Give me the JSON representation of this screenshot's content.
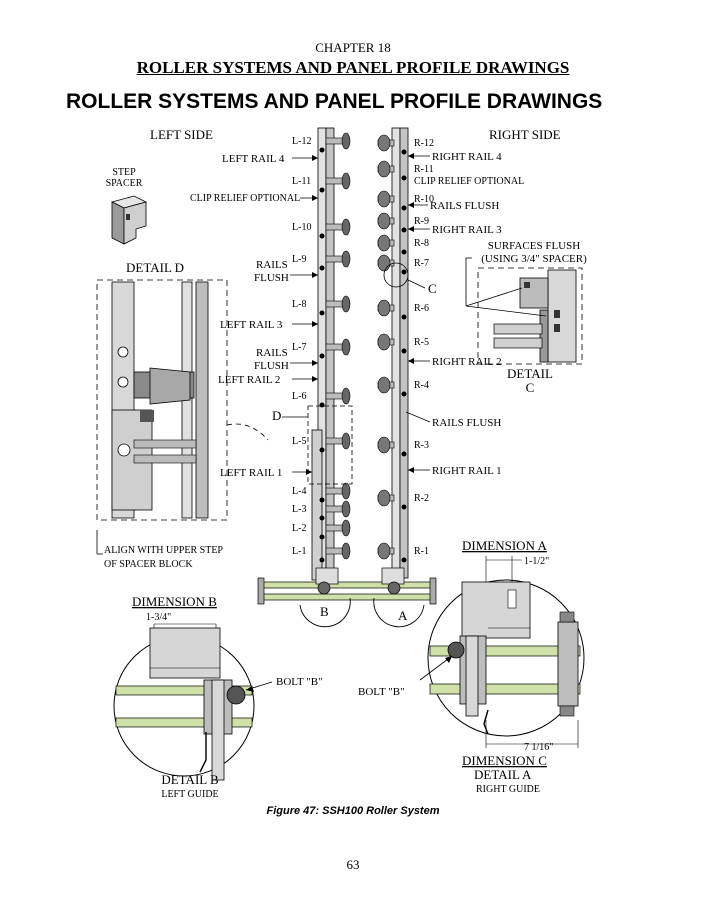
{
  "header": {
    "chapter": "CHAPTER 18",
    "subtitle": "ROLLER SYSTEMS AND PANEL PROFILE DRAWINGS",
    "title": "ROLLER SYSTEMS AND PANEL PROFILE DRAWINGS"
  },
  "labels": {
    "left_side": "LEFT SIDE",
    "right_side": "RIGHT SIDE",
    "step_spacer_1": "STEP",
    "step_spacer_2": "SPACER",
    "detail_d": "DETAIL  D",
    "align_1": "ALIGN WITH UPPER STEP",
    "align_2": "OF SPACER BLOCK",
    "left_rail_4": "LEFT RAIL 4",
    "left_rail_3": "LEFT RAIL 3",
    "left_rail_2": "LEFT RAIL 2",
    "left_rail_1": "LEFT RAIL 1",
    "clip_relief_left": "CLIP RELIEF OPTIONAL",
    "clip_relief_right": "CLIP RELIEF OPTIONAL",
    "rails_flush_a_1": "RAILS",
    "rails_flush_a_2": "FLUSH",
    "rails_flush_b_1": "RAILS",
    "rails_flush_b_2": "FLUSH",
    "rails_flush_r1": "RAILS FLUSH",
    "rails_flush_r2": "RAILS FLUSH",
    "right_rail_4": "RIGHT RAIL 4",
    "right_rail_3": "RIGHT RAIL 3",
    "right_rail_2": "RIGHT RAIL 2",
    "right_rail_1": "RIGHT RAIL 1",
    "surfaces_flush_1": "SURFACES FLUSH",
    "surfaces_flush_2": "(USING 3/4\" SPACER)",
    "detail_c_1": "DETAIL",
    "detail_c_2": "C",
    "callout_c": "C",
    "callout_d": "D",
    "callout_b": "B",
    "callout_a": "A",
    "dimension_a": "DIMENSION  A",
    "dim_a_value": "1-1/2\"",
    "dimension_b": "DIMENSION  B",
    "dim_b_value": "1-3/4\"",
    "bolt_b_left": "BOLT \"B\"",
    "bolt_b_right": "BOLT  \"B\"",
    "dim_c_value": "7 1/16\"",
    "dimension_c": "DIMENSION  C",
    "detail_a": "DETAIL   A",
    "right_guide": "RIGHT GUIDE",
    "detail_b": "DETAIL  B",
    "left_guide": "LEFT GUIDE"
  },
  "left_positions": [
    "L-12",
    "L-11",
    "L-10",
    "L-9",
    "L-8",
    "L-7",
    "L-6",
    "L-5",
    "L-4",
    "L-3",
    "L-2",
    "L-1"
  ],
  "right_positions": [
    "R-12",
    "R-11",
    "R-10",
    "R-9",
    "R-8",
    "R-7",
    "R-6",
    "R-5",
    "R-4",
    "R-3",
    "R-2",
    "R-1"
  ],
  "caption": "Figure 47:  SSH100 Roller System",
  "page_number": "63",
  "colors": {
    "rod": "#cfe0a8",
    "metal": "#c8c8c8",
    "dark": "#4a4a4a"
  }
}
